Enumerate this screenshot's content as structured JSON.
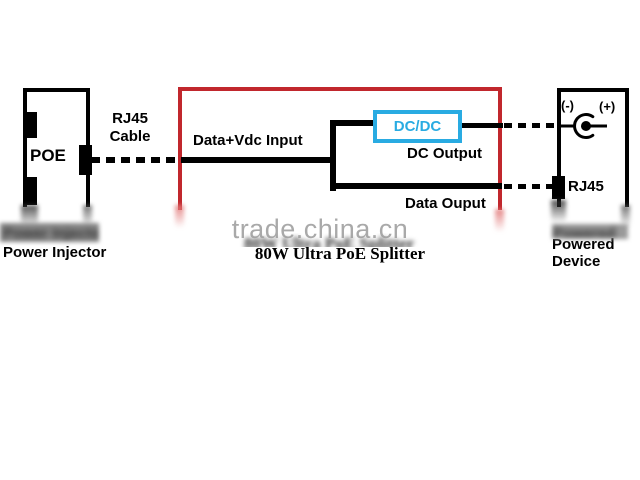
{
  "diagram": {
    "power_injector": {
      "label": "POE",
      "caption": "Power Injector"
    },
    "cable": {
      "line1": "RJ45",
      "line2": "Cable"
    },
    "splitter": {
      "caption": "80W Ultra PoE Splitter",
      "input_label": "Data+Vdc Input",
      "dcdc_label": "DC/DC",
      "dc_output_label": "DC Output",
      "data_output_label": "Data Ouput"
    },
    "powered_device": {
      "caption_line1": "Powered",
      "caption_line2": "Device",
      "minus_label": "(-)",
      "plus_label": "(+)",
      "rj45_label": "RJ45"
    },
    "watermark": "trade.china.cn",
    "colors": {
      "splitter_border": "#c1272d",
      "dcdc_accent": "#29abe2",
      "line_color": "#000000",
      "watermark_gray": "#9b9b9b"
    }
  }
}
